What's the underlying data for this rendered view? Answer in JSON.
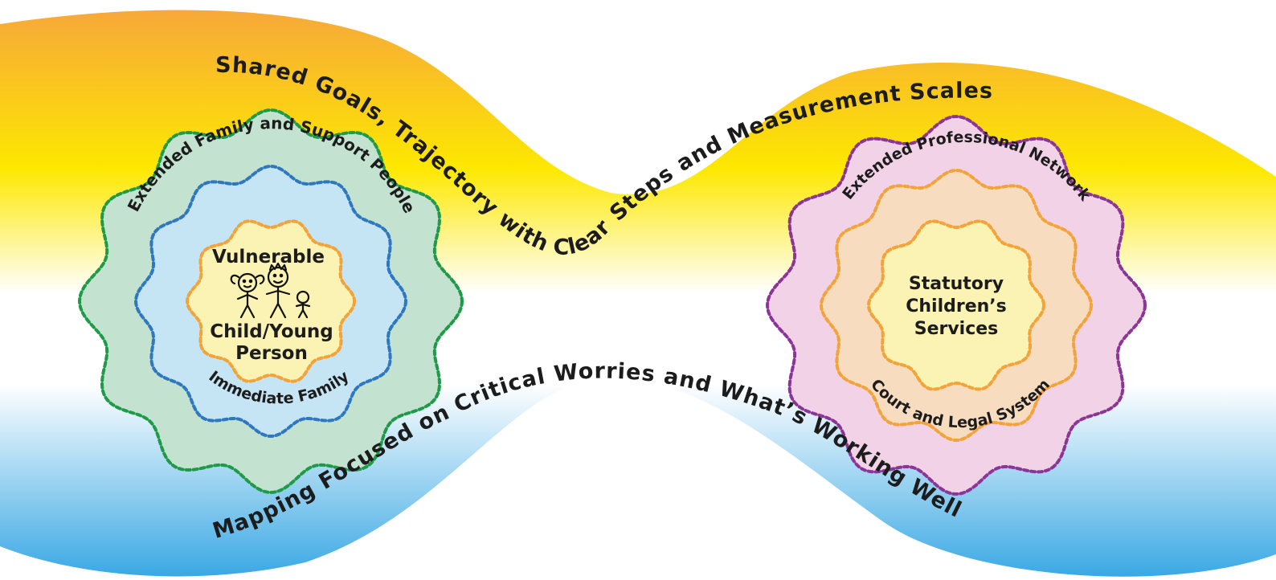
{
  "banner": {
    "top_label": "Shared Goals, Trajectory with Clear Steps and Measurement Scales",
    "bottom_label": "Mapping Focused on Critical Worries and What’s Working Well"
  },
  "left_cluster": {
    "outer_ring_label": "Extended Family and Support People",
    "middle_ring_label": "Immediate Family",
    "center_line1": "Vulnerable",
    "center_line2": "Child/Young",
    "center_line3": "Person",
    "icon": "stick-figure-family-icon"
  },
  "right_cluster": {
    "outer_ring_label": "Extended Professional Network",
    "middle_ring_label": "Court and Legal System",
    "center_line1": "Statutory",
    "center_line2": "Children’s",
    "center_line3": "Services"
  },
  "colors": {
    "band_top": "#f7a83a",
    "band_yellow": "#fde800",
    "band_bottom": "#3aa8e4",
    "left_outer_fill": "#c3e2cf",
    "left_outer_stroke": "#1f9a48",
    "left_middle_fill": "#c5e5f5",
    "left_middle_stroke": "#2f78c0",
    "left_inner_fill": "#fbf3b3",
    "left_inner_stroke": "#f2a33a",
    "right_outer_fill": "#f2d2e6",
    "right_outer_stroke": "#8b3596",
    "right_middle_fill": "#f8dcc0",
    "right_middle_stroke": "#f2a33a",
    "right_inner_fill": "#fbf3b3",
    "right_inner_stroke": "#f2a33a"
  }
}
